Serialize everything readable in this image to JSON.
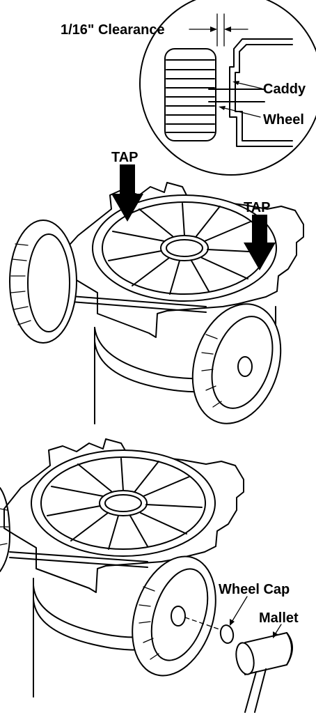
{
  "labels": {
    "clearance": "1/16\" Clearance",
    "caddy": "Caddy",
    "wheel": "Wheel",
    "tap_left": "TAP",
    "tap_right": "TAP",
    "wheel_cap": "Wheel Cap",
    "mallet": "Mallet"
  },
  "colors": {
    "ink": "#000000",
    "paper": "#ffffff"
  }
}
